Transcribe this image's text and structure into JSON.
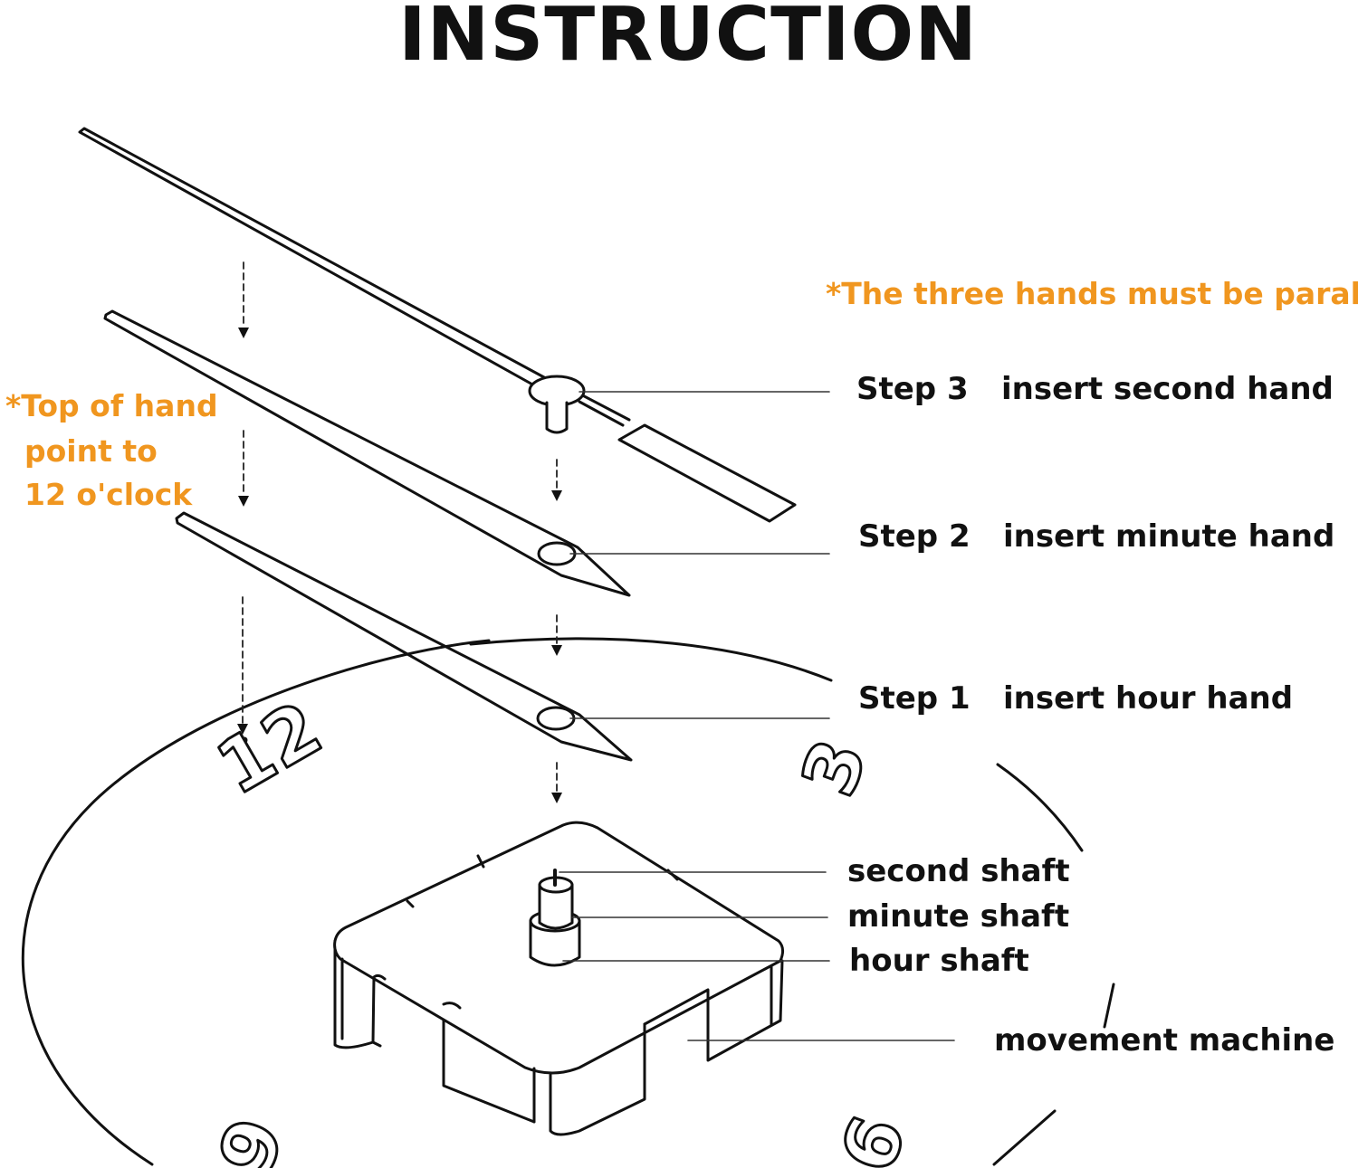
{
  "title": "INSTRUCTION",
  "notes": {
    "parallel": "*The three hands must be parallel",
    "top_of_hand": [
      "*Top of hand",
      "point to",
      "12 o'clock"
    ]
  },
  "steps": [
    {
      "step": "Step 3",
      "action": "insert second hand"
    },
    {
      "step": "Step 2",
      "action": "insert minute hand"
    },
    {
      "step": "Step 1",
      "action": "insert hour hand"
    }
  ],
  "parts": {
    "second_shaft": "second shaft",
    "minute_shaft": "minute shaft",
    "hour_shaft": "hour shaft",
    "movement": "movement machine"
  },
  "dial_numbers": {
    "twelve": "12",
    "three": "3",
    "six": "6",
    "nine": "9"
  },
  "colors": {
    "note": "#f0961f",
    "ink": "#111111",
    "background": "#ffffff"
  }
}
